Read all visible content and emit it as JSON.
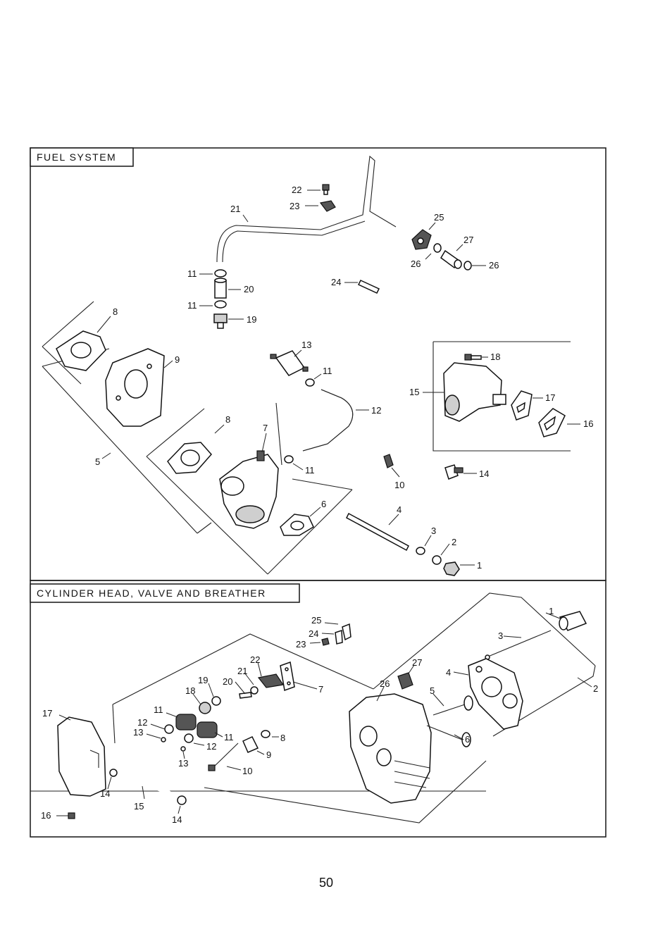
{
  "page_number": "50",
  "sections": [
    {
      "title": "FUEL SYSTEM"
    },
    {
      "title": "CYLINDER HEAD, VALVE AND BREATHER"
    }
  ],
  "fuel_callouts": [
    "22",
    "23",
    "21",
    "25",
    "27",
    "26",
    "26",
    "11",
    "20",
    "11",
    "19",
    "24",
    "8",
    "9",
    "13",
    "11",
    "18",
    "15",
    "17",
    "16",
    "12",
    "8",
    "7",
    "5",
    "11",
    "10",
    "14",
    "6",
    "4",
    "3",
    "2",
    "1"
  ],
  "head_callouts": [
    "1",
    "25",
    "24",
    "23",
    "3",
    "22",
    "27",
    "21",
    "4",
    "2",
    "19",
    "20",
    "7",
    "26",
    "18",
    "5",
    "17",
    "11",
    "12",
    "8",
    "13",
    "11",
    "12",
    "6",
    "13",
    "9",
    "10",
    "14",
    "15",
    "14",
    "16"
  ]
}
